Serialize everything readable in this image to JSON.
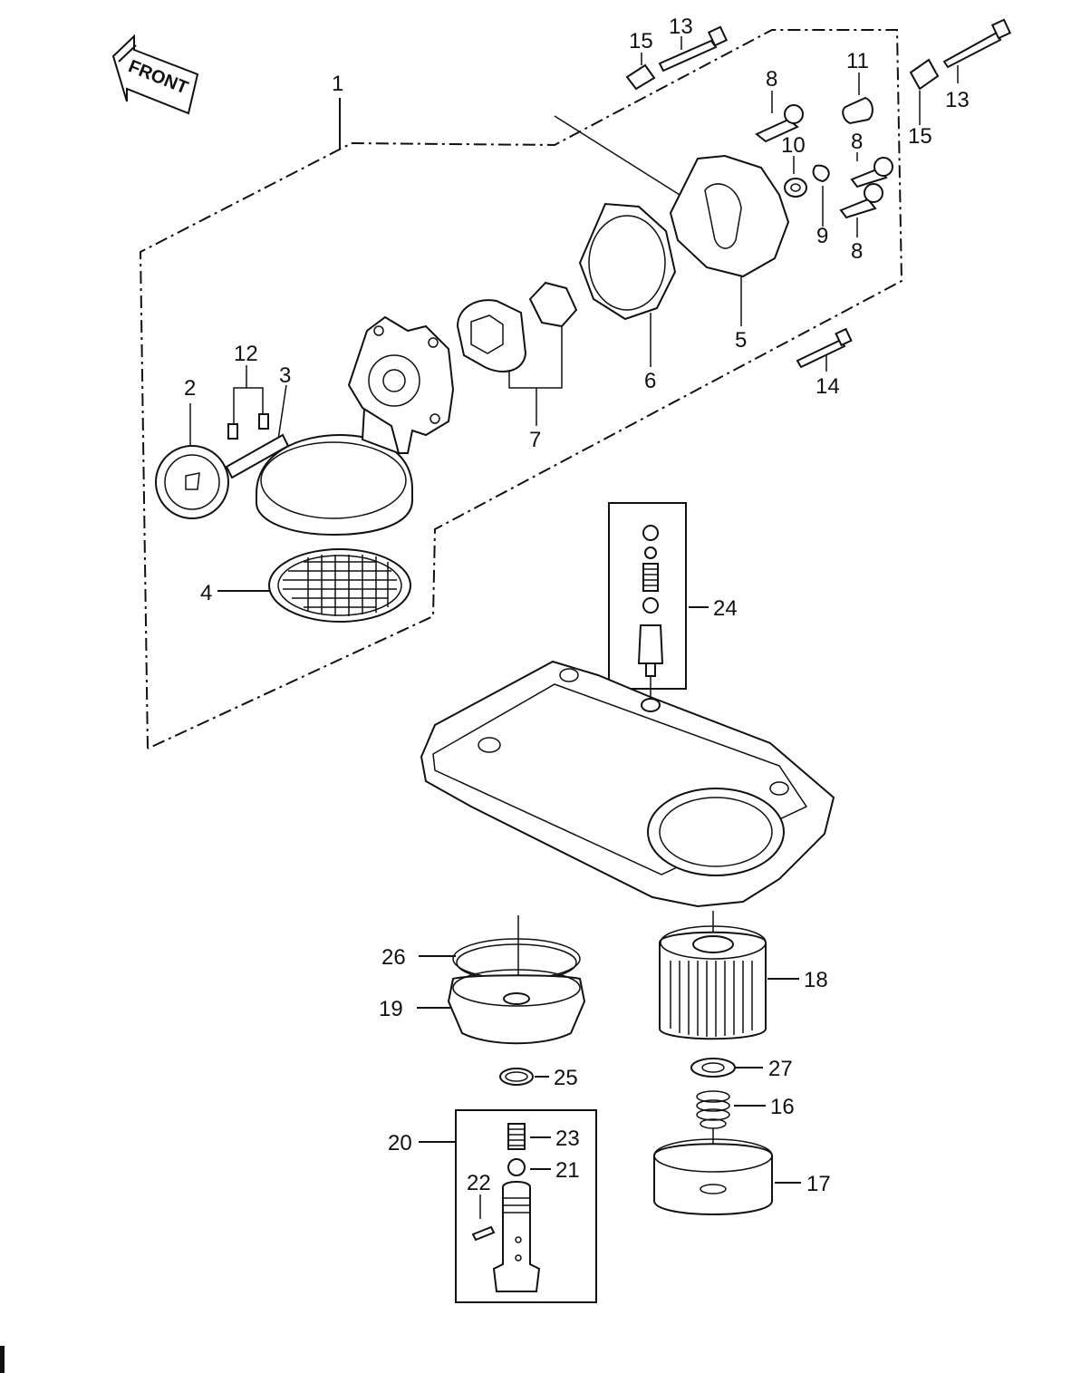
{
  "front_badge": "FRONT",
  "callouts": {
    "c1": "1",
    "c2": "2",
    "c3": "3",
    "c4": "4",
    "c5": "5",
    "c6": "6",
    "c7": "7",
    "c8a": "8",
    "c8b": "8",
    "c8c": "8",
    "c9": "9",
    "c10": "10",
    "c11": "11",
    "c12": "12",
    "c13a": "13",
    "c13b": "13",
    "c14": "14",
    "c15a": "15",
    "c15b": "15",
    "c16": "16",
    "c17": "17",
    "c18": "18",
    "c19": "19",
    "c20": "20",
    "c21": "21",
    "c22": "22",
    "c23": "23",
    "c24": "24",
    "c25": "25",
    "c26": "26",
    "c27": "27"
  }
}
